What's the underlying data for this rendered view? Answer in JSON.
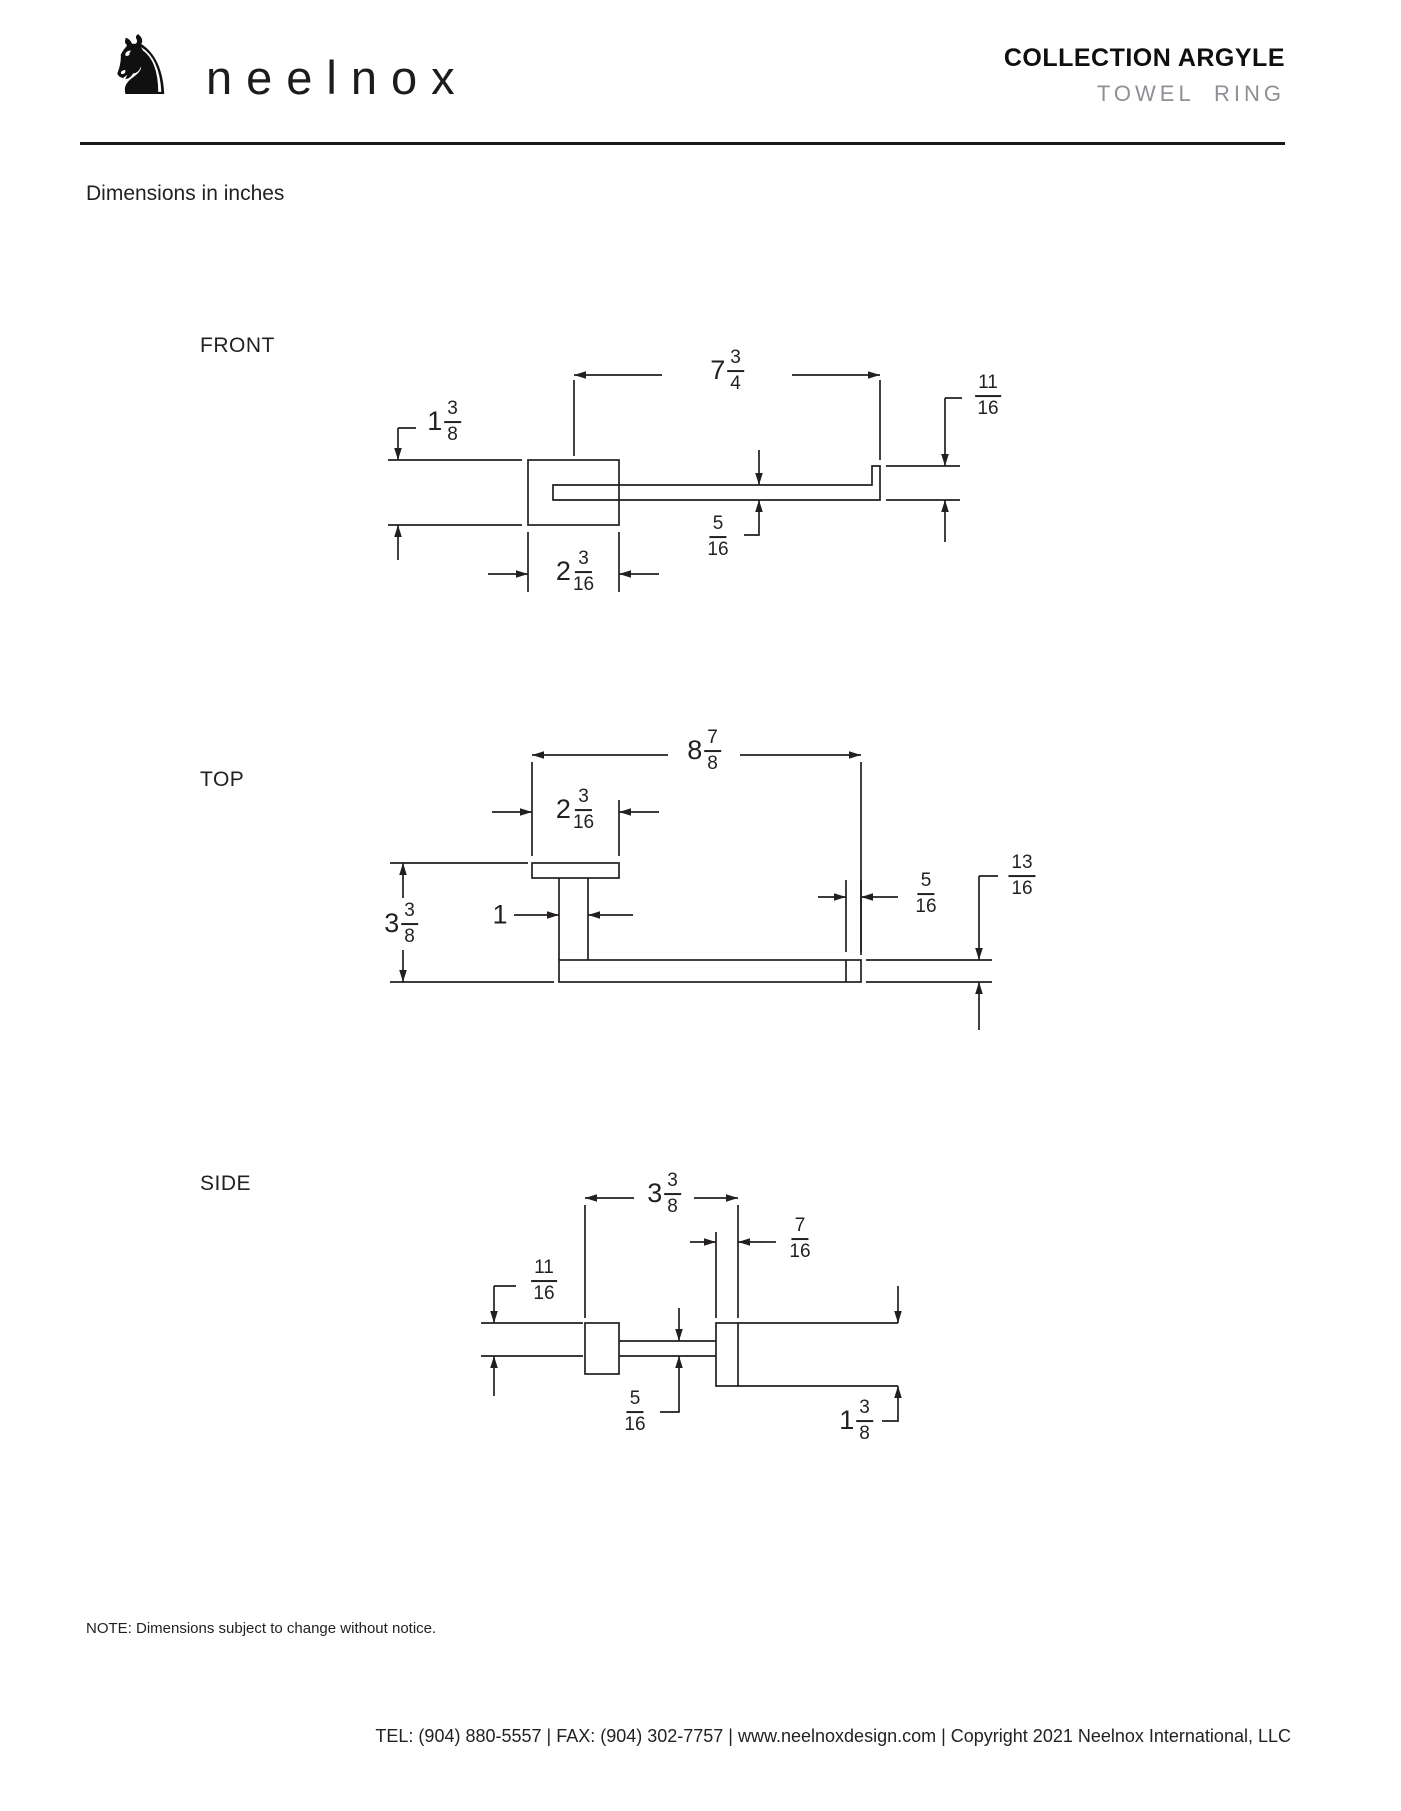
{
  "header": {
    "logo_icon": "horse-head",
    "brand": "neelnox",
    "collection": "COLLECTION ARGYLE",
    "product": "TOWEL RING"
  },
  "intro": {
    "units_note": "Dimensions in inches"
  },
  "views": {
    "front": {
      "label": "FRONT",
      "dims": {
        "overall_width": {
          "whole": "7",
          "num": "3",
          "den": "4"
        },
        "end_drop": {
          "whole": "",
          "num": "11",
          "den": "16"
        },
        "plate_height": {
          "whole": "1",
          "num": "3",
          "den": "8"
        },
        "bar_thickness": {
          "whole": "",
          "num": "5",
          "den": "16"
        },
        "plate_width": {
          "whole": "2",
          "num": "3",
          "den": "16"
        }
      }
    },
    "top": {
      "label": "TOP",
      "dims": {
        "overall_width": {
          "whole": "8",
          "num": "7",
          "den": "8"
        },
        "plate_width": {
          "whole": "2",
          "num": "3",
          "den": "16"
        },
        "overall_depth": {
          "whole": "3",
          "num": "3",
          "den": "8"
        },
        "post_width": {
          "whole": "1",
          "num": "",
          "den": ""
        },
        "bar_thickness": {
          "whole": "",
          "num": "5",
          "den": "16"
        },
        "end_width": {
          "whole": "",
          "num": "13",
          "den": "16"
        }
      }
    },
    "side": {
      "label": "SIDE",
      "dims": {
        "overall_depth": {
          "whole": "3",
          "num": "3",
          "den": "8"
        },
        "bar_width": {
          "whole": "",
          "num": "7",
          "den": "16"
        },
        "top_offset": {
          "whole": "",
          "num": "11",
          "den": "16"
        },
        "arm_thickness": {
          "whole": "",
          "num": "5",
          "den": "16"
        },
        "end_height": {
          "whole": "1",
          "num": "3",
          "den": "8"
        }
      }
    }
  },
  "footnote": "NOTE: Dimensions subject to change without notice.",
  "footer": "TEL: (904) 880-5557 | FAX: (904) 302-7757 | www.neelnoxdesign.com | Copyright 2021 Neelnox International, LLC",
  "colors": {
    "line": "#231f20",
    "muted": "#8d9094",
    "ink": "#111111"
  }
}
